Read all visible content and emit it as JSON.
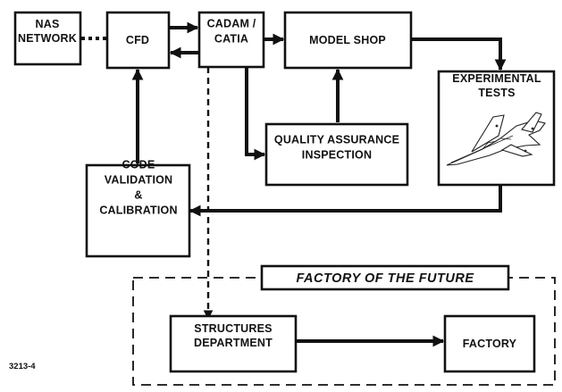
{
  "figure_id": "3213-4",
  "region": {
    "title": "FACTORY OF THE FUTURE"
  },
  "nodes": {
    "nas_network": {
      "lines": [
        "NAS",
        "NETWORK"
      ]
    },
    "cfd": {
      "lines": [
        "CFD"
      ]
    },
    "cadam_catia": {
      "lines": [
        "CADAM /",
        "CATIA"
      ]
    },
    "model_shop": {
      "lines": [
        "MODEL SHOP"
      ]
    },
    "experimental_tests": {
      "lines": [
        "EXPERIMENTAL",
        "TESTS"
      ]
    },
    "quality_assurance": {
      "lines": [
        "QUALITY ASSURANCE",
        "INSPECTION"
      ]
    },
    "code_validation": {
      "lines": [
        "CODE",
        "VALIDATION",
        "&",
        "CALIBRATION"
      ]
    },
    "structures": {
      "lines": [
        "STRUCTURES",
        "DEPARTMENT"
      ]
    },
    "factory": {
      "lines": [
        "FACTORY"
      ]
    }
  },
  "picture": {
    "icon": "fighter-aircraft-icon"
  }
}
